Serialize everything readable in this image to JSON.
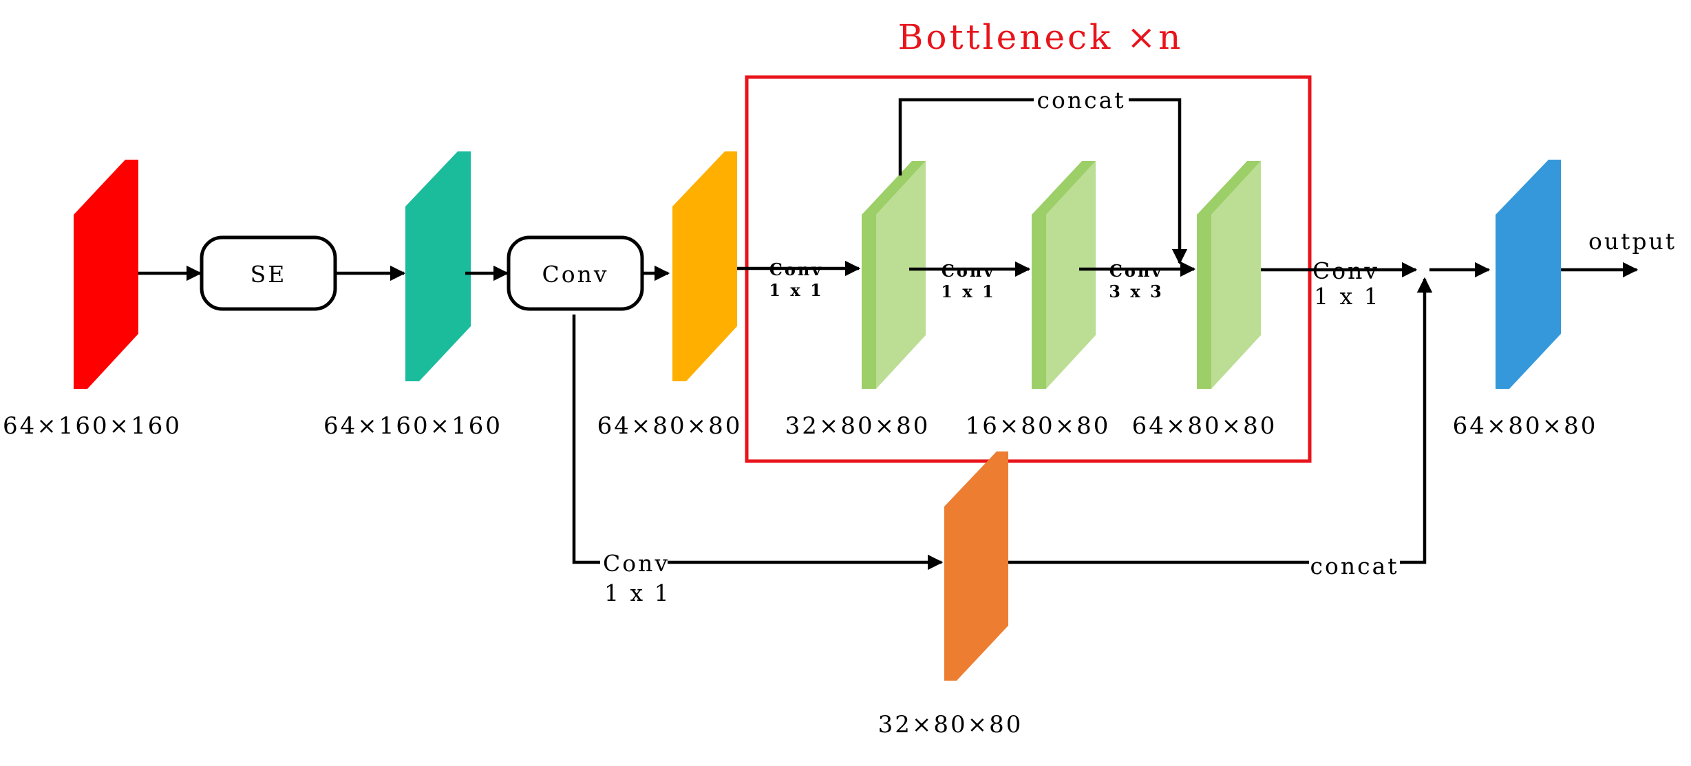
{
  "title": "Bottleneck ×n",
  "colors": {
    "block_red": "#fe0000",
    "block_teal": "#1abc9c",
    "block_amber": "#ffaf00",
    "block_green_face": "#bcdd94",
    "block_green_side": "#9ccf67",
    "block_orange": "#ed7d31",
    "block_blue": "#3498db",
    "bottleneck_border": "#e8141b"
  },
  "blocks": {
    "input": "64×160×160",
    "se_out": "64×160×160",
    "conv_out": "64×80×80",
    "b1": "32×80×80",
    "b2": "16×80×80",
    "b3": "64×80×80",
    "shortcut": "32×80×80",
    "output": "64×80×80"
  },
  "ops": {
    "se": "SE",
    "conv": "Conv",
    "conv_word": "Conv",
    "k1x1": "1 x 1",
    "k3x3": "3 x 3",
    "concat": "concat",
    "output": "output"
  }
}
